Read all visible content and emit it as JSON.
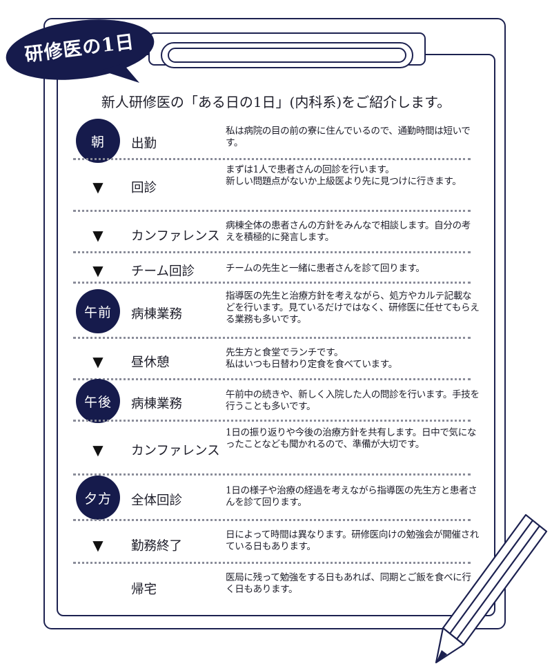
{
  "header": {
    "bubble_title": "研修医の1日",
    "intro": "新人研修医の「ある日の1日」(内科系)をご紹介します。"
  },
  "colors": {
    "navy": "#161b4c",
    "frame": "#1c2150",
    "separator": "#8a8c99",
    "text": "#1e1e2a"
  },
  "schedule": [
    {
      "marker": "badge",
      "badge": "朝",
      "activity": "出勤",
      "description": "私は病院の目の前の寮に住んでいるので、通勤時間は短いです。"
    },
    {
      "marker": "arrow",
      "badge": "▼",
      "activity": "回診",
      "description": "まずは1人で患者さんの回診を行います。\n新しい問題点がないか上級医より先に見つけに行きます。"
    },
    {
      "marker": "arrow",
      "badge": "▼",
      "activity": "カンファレンス",
      "description": "病棟全体の患者さんの方針をみんなで相談します。自分の考えを積極的に発言します。"
    },
    {
      "marker": "arrow",
      "badge": "▼",
      "activity": "チーム回診",
      "description": "チームの先生と一緒に患者さんを診て回ります。"
    },
    {
      "marker": "badge",
      "badge": "午前",
      "activity": "病棟業務",
      "description": "指導医の先生と治療方針を考えながら、処方やカルテ記載などを行います。見ているだけではなく、研修医に任せてもらえる業務も多いです。"
    },
    {
      "marker": "arrow",
      "badge": "▼",
      "activity": "昼休憩",
      "description": "先生方と食堂でランチです。\n私はいつも日替わり定食を食べています。"
    },
    {
      "marker": "badge",
      "badge": "午後",
      "activity": "病棟業務",
      "description": "午前中の続きや、新しく入院した人の問診を行います。手技を行うことも多いです。"
    },
    {
      "marker": "arrow",
      "badge": "▼",
      "activity": "カンファレンス",
      "description": "1日の振り返りや今後の治療方針を共有します。日中で気になったことなども聞かれるので、準備が大切です。"
    },
    {
      "marker": "badge",
      "badge": "夕方",
      "activity": "全体回診",
      "description": "1日の様子や治療の経過を考えながら指導医の先生方と患者さんを診て回ります。"
    },
    {
      "marker": "arrow",
      "badge": "▼",
      "activity": "勤務終了",
      "description": "日によって時間は異なります。研修医向けの勉強会が開催されている日もあります。"
    },
    {
      "marker": "none",
      "badge": "",
      "activity": "帰宅",
      "description": "医局に残って勉強をする日もあれば、同期とご飯を食べに行く日もあります。"
    }
  ]
}
